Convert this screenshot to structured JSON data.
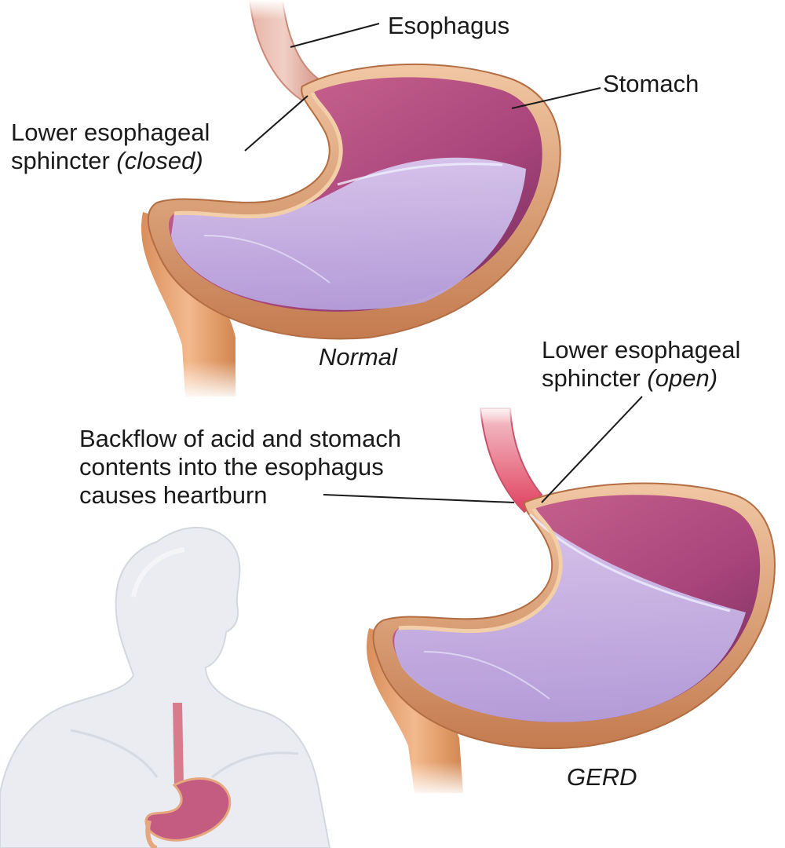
{
  "labels": {
    "esophagus": "Esophagus",
    "stomach": "Stomach",
    "les_closed_line1": "Lower esophageal",
    "les_closed_line2_prefix": "sphincter ",
    "les_closed_state": "(closed)",
    "normal_caption": "Normal",
    "les_open_line1": "Lower esophageal",
    "les_open_line2_prefix": "sphincter ",
    "les_open_state": "(open)",
    "backflow_line1": "Backflow of acid and stomach",
    "backflow_line2": "contents into the esophagus",
    "backflow_line3": "causes heartburn",
    "gerd_caption": "GERD"
  },
  "colors": {
    "stomach_wall": "#e9b58f",
    "stomach_wall_dark": "#c98559",
    "stomach_interior": "#b4527e",
    "stomach_interior_dark": "#7a2e5e",
    "fluid": "#c9b8ea",
    "fluid_highlight": "#e4ddf7",
    "duodenum": "#e8a877",
    "inflamed_esophagus": "#e0506a",
    "body_silhouette": "#e6e9ee"
  }
}
